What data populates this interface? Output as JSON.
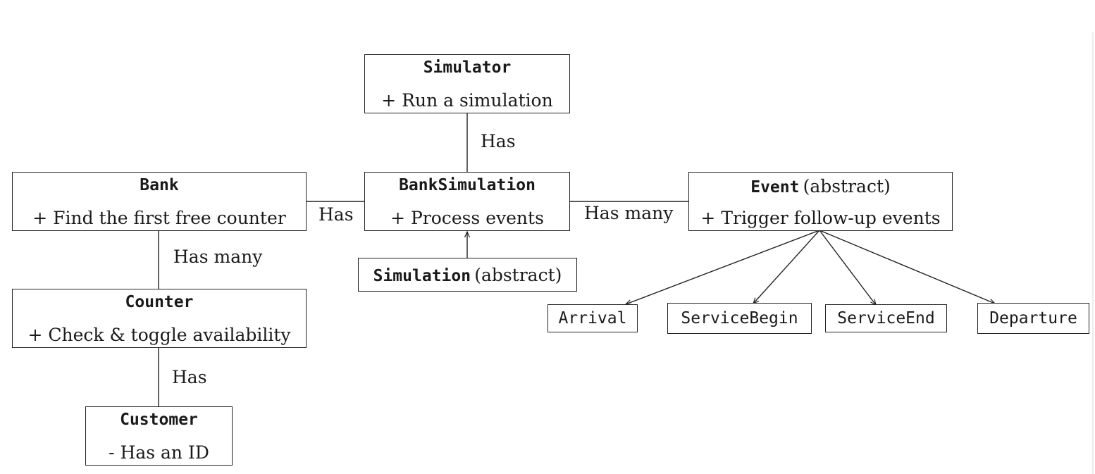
{
  "classes": {
    "simulator": {
      "name": "Simulator",
      "method": "+ Run a simulation"
    },
    "bank_simulation": {
      "name": "BankSimulation",
      "method": "+ Process events"
    },
    "bank": {
      "name": "Bank",
      "method": "+ Find the first free counter"
    },
    "event": {
      "name": "Event",
      "qualifier": "(abstract)",
      "method": "+ Trigger follow-up events"
    },
    "simulation": {
      "name": "Simulation",
      "qualifier": "(abstract)"
    },
    "counter": {
      "name": "Counter",
      "method": "+ Check & toggle availability"
    },
    "customer": {
      "name": "Customer",
      "method": "- Has an ID"
    },
    "arrival": {
      "name": "Arrival"
    },
    "service_begin": {
      "name": "ServiceBegin"
    },
    "service_end": {
      "name": "ServiceEnd"
    },
    "departure": {
      "name": "Departure"
    }
  },
  "relations": {
    "simulator_bank_simulation": "Has",
    "bank_simulation_bank": "Has",
    "bank_simulation_event": "Has many",
    "bank_counter": "Has many",
    "counter_customer": "Has"
  }
}
